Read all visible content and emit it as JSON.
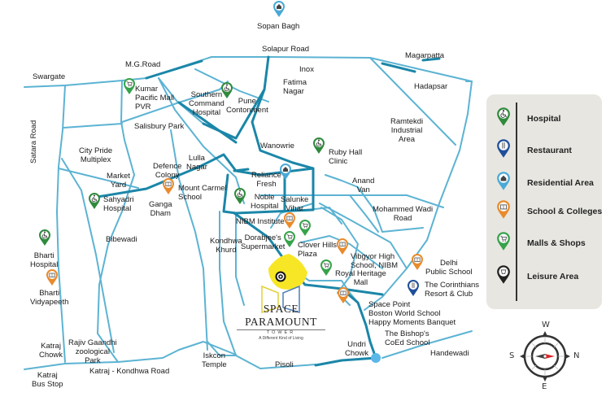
{
  "map": {
    "project": {
      "name": "SPACE PARAMOUNT",
      "subtitle": "TOWER",
      "tagline": "A Different Kind of Living",
      "marker_icon": "target-icon",
      "highlight_color": "#f7e625"
    },
    "road_color": "#5cb3d3",
    "main_road_color": "#1b86a8",
    "roads": [
      {
        "name": "M.G.Road"
      },
      {
        "name": "Solapur Road"
      },
      {
        "name": "Satara Road"
      },
      {
        "name": "Katraj - Kondhwa Road"
      }
    ],
    "places": [
      {
        "id": "sopan-bagh",
        "label": "Sopan Bagh",
        "category": "residential"
      },
      {
        "id": "solapur-road",
        "label": "Solapur Road"
      },
      {
        "id": "mg-road",
        "label": "M.G.Road"
      },
      {
        "id": "magarpatta",
        "label": "Magarpatta"
      },
      {
        "id": "swargate",
        "label": "Swargate"
      },
      {
        "id": "inox",
        "label": "Inox"
      },
      {
        "id": "fatima-nagar",
        "label": "Fatima\nNagar"
      },
      {
        "id": "hadapsar",
        "label": "Hadapsar"
      },
      {
        "id": "kumar-pacific",
        "label": "Kumar\nPacific Mall\nPVR",
        "category": "mall"
      },
      {
        "id": "southern-command",
        "label": "Southern\nCommand\nHospital",
        "category": "hospital"
      },
      {
        "id": "pune-cantonment",
        "label": "Pune\nContonment"
      },
      {
        "id": "ramtekdi",
        "label": "Ramtekdi\nIndustrial\nArea"
      },
      {
        "id": "salisbury-park",
        "label": "Salisbury Park"
      },
      {
        "id": "city-pride",
        "label": "City Pride\nMultiplex"
      },
      {
        "id": "satara-road",
        "label": "Satara Road"
      },
      {
        "id": "wanowrie",
        "label": "Wanowrie"
      },
      {
        "id": "ruby-hall",
        "label": "Ruby Hall\nClinic",
        "category": "hospital"
      },
      {
        "id": "lulla-nagar",
        "label": "Lulla\nNagar"
      },
      {
        "id": "defence-colony",
        "label": "Defence\nColony"
      },
      {
        "id": "market-yard",
        "label": "Market\nYard"
      },
      {
        "id": "reliance-fresh",
        "label": "Reliance\nFresh",
        "category": "residential"
      },
      {
        "id": "anand-van",
        "label": "Anand\nVan"
      },
      {
        "id": "mount-carmel",
        "label": "Mount Carmel\nSchool",
        "category": "school"
      },
      {
        "id": "sahyadri",
        "label": "Sahyadri\nHospital",
        "category": "hospital"
      },
      {
        "id": "noble",
        "label": "Noble\nHospital",
        "category": "hospital"
      },
      {
        "id": "salunke-vihar",
        "label": "Salunke\nVihar"
      },
      {
        "id": "ganga-dham",
        "label": "Ganga\nDham"
      },
      {
        "id": "mohammed-wadi",
        "label": "Mohammed Wadi\nRoad"
      },
      {
        "id": "nibm-institute",
        "label": "NIBM Institute",
        "category": "school"
      },
      {
        "id": "bibewadi",
        "label": "Bibewadi"
      },
      {
        "id": "dorabjees",
        "label": "Dorabjee's\nSupermarket",
        "category": "mall"
      },
      {
        "id": "clover-hills",
        "label": "Clover Hills\nPlaza",
        "category": "mall"
      },
      {
        "id": "bharti-hospital",
        "label": "Bharti\nHospital",
        "category": "hospital"
      },
      {
        "id": "kondhwa-khurd",
        "label": "Kondhwa\nKhurd"
      },
      {
        "id": "vibgyor",
        "label": "Vibgyor High\nSchool, NIBM",
        "category": "school"
      },
      {
        "id": "delhi-public",
        "label": "Delhi\nPublic School",
        "category": "school"
      },
      {
        "id": "royal-heritage",
        "label": "Royal Heritage\nMall",
        "category": "mall"
      },
      {
        "id": "corinthians",
        "label": "The Corinthians\nResort & Club",
        "category": "restaurant"
      },
      {
        "id": "bharti-vidyapeeth",
        "label": "Bharti\nVidyapeeth",
        "category": "school"
      },
      {
        "id": "space-point",
        "label": "Space Point\nBoston World School\nHappy Moments Banquet",
        "category": "school"
      },
      {
        "id": "bishops",
        "label": "The Bishop's\nCoEd School"
      },
      {
        "id": "rajiv-gandhi",
        "label": "Rajiv Gaandhi\nzoological\nPark"
      },
      {
        "id": "katraj-chowk",
        "label": "Katraj\nChowk"
      },
      {
        "id": "undri-chowk",
        "label": "Undri\nChowk"
      },
      {
        "id": "handewadi",
        "label": "Handewadi"
      },
      {
        "id": "iskcon",
        "label": "Iskcon\nTemple"
      },
      {
        "id": "katraj-bus",
        "label": "Katraj\nBus Stop"
      },
      {
        "id": "katraj-kondhwa-road",
        "label": "Katraj - Kondhwa Road"
      },
      {
        "id": "pisoli",
        "label": "Pisoli"
      }
    ]
  },
  "legend": {
    "items": [
      {
        "label": "Hospital",
        "icon": "wheelchair-icon",
        "color": "#2f8a3c"
      },
      {
        "label": "Restaurant",
        "icon": "cutlery-icon",
        "color": "#1f4f9a"
      },
      {
        "label": "Residential Area",
        "icon": "house-icon",
        "color": "#49a9d6"
      },
      {
        "label": "School & Colleges",
        "icon": "book-icon",
        "color": "#e98a2c"
      },
      {
        "label": "Malls & Shops",
        "icon": "cart-icon",
        "color": "#36a24a"
      },
      {
        "label": "Leisure Area",
        "icon": "leisure-icon",
        "color": "#222222"
      }
    ]
  },
  "compass": {
    "top": "W",
    "left": "S",
    "right": "N",
    "bottom": "E"
  }
}
